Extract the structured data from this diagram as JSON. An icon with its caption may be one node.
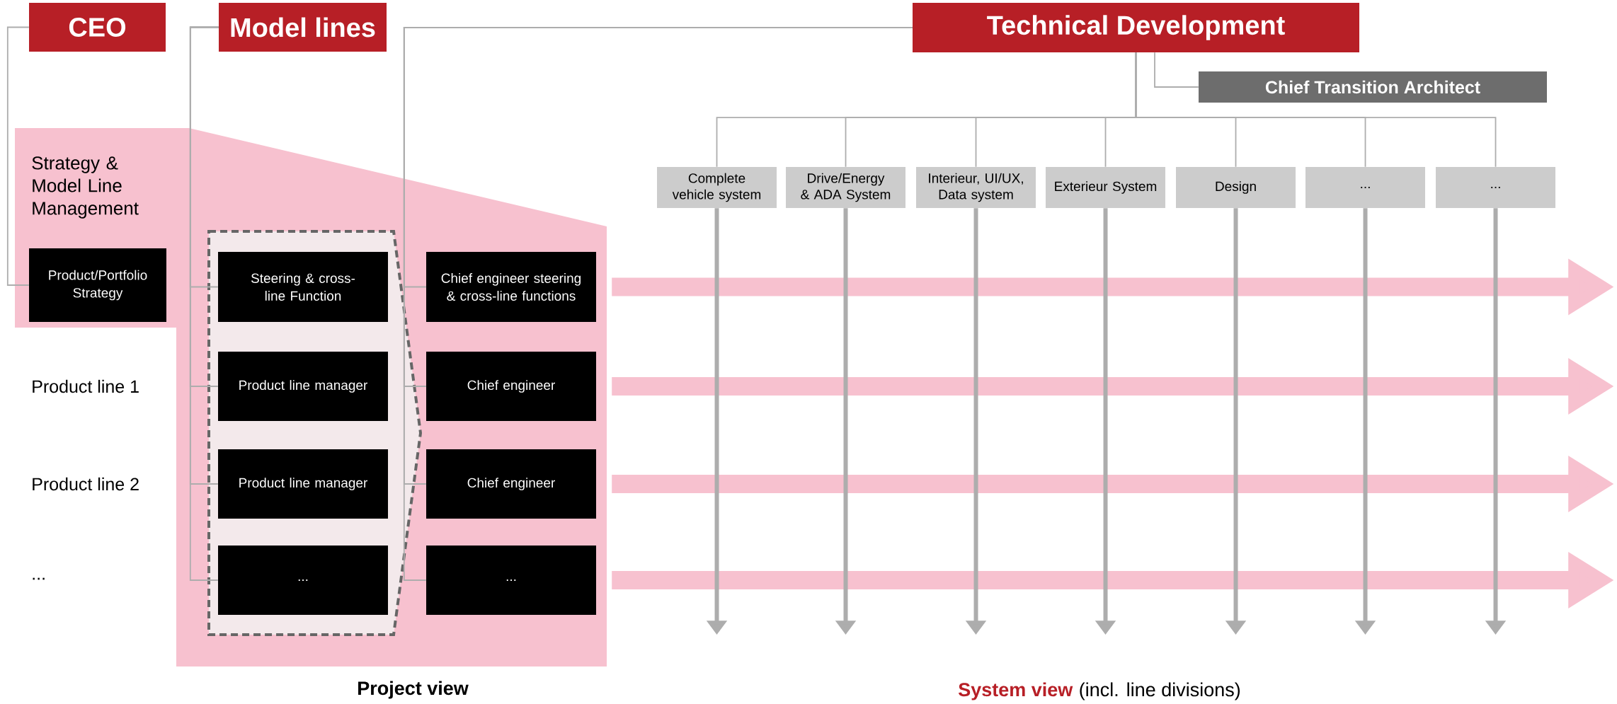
{
  "diagram": {
    "nodes": [
      {
        "text": [
          "CEO"
        ]
      },
      {
        "text": [
          "Model lines"
        ]
      },
      {
        "text": [
          "Technical Development"
        ]
      },
      {
        "text": [
          "Chief Transition Architect"
        ]
      },
      {
        "text": [
          "Complete vehicle system"
        ]
      },
      {
        "text": [
          "Drive/Energy & ADA System"
        ]
      },
      {
        "text": [
          "Interieur, UI/UX, Data system"
        ]
      },
      {
        "text": [
          "Exterieur System"
        ]
      },
      {
        "text": [
          "Design"
        ]
      },
      {
        "text": [
          "..."
        ]
      },
      {
        "text": [
          "..."
        ]
      },
      {
        "text": [
          "Strategy & Model Line Management"
        ]
      },
      {
        "text": [
          "Product/Portfolio Strategy"
        ],
        "in": 11
      },
      {
        "text": [],
        "shape": "chevron",
        "in": 11
      },
      {
        "text": [
          "Steering & cross-line Function"
        ],
        "in": 13
      },
      {
        "text": [
          "Product line manager"
        ],
        "in": 13
      },
      {
        "text": [
          "Product line manager"
        ],
        "in": 13
      },
      {
        "text": [
          "..."
        ],
        "in": 13
      },
      {
        "text": [
          "Chief engineer steering & cross-line functions"
        ],
        "in": 11
      },
      {
        "text": [
          "Chief engineer"
        ],
        "in": 11
      },
      {
        "text": [
          "Chief engineer"
        ],
        "in": 11
      },
      {
        "text": [
          "..."
        ],
        "in": 11
      }
    ],
    "edges": [
      {
        "from": 0,
        "to": 12,
        "arrow": "none"
      },
      {
        "from": 1,
        "to": 14,
        "arrow": "none"
      },
      {
        "from": 1,
        "to": 15,
        "arrow": "none"
      },
      {
        "from": 1,
        "to": 16,
        "arrow": "none"
      },
      {
        "from": 1,
        "to": 17,
        "arrow": "none"
      },
      {
        "from": 2,
        "to": 18,
        "arrow": "none"
      },
      {
        "from": 2,
        "to": 19,
        "arrow": "none"
      },
      {
        "from": 2,
        "to": 20,
        "arrow": "none"
      },
      {
        "from": 2,
        "to": 21,
        "arrow": "none"
      },
      {
        "from": 2,
        "to": 3,
        "arrow": "none"
      },
      {
        "from": 2,
        "to": 4,
        "arrow": "none"
      },
      {
        "from": 2,
        "to": 5,
        "arrow": "none"
      },
      {
        "from": 2,
        "to": 6,
        "arrow": "none"
      },
      {
        "from": 2,
        "to": 7,
        "arrow": "none"
      },
      {
        "from": 2,
        "to": 8,
        "arrow": "none"
      },
      {
        "from": 2,
        "to": 9,
        "arrow": "none"
      },
      {
        "from": 2,
        "to": 10,
        "arrow": "none"
      },
      {
        "from": 18,
        "to": null,
        "arrow": "to",
        "style": "thick",
        "color": "#f7c1cf"
      },
      {
        "from": 19,
        "to": null,
        "arrow": "to",
        "style": "thick",
        "color": "#f7c1cf"
      },
      {
        "from": 20,
        "to": null,
        "arrow": "to",
        "style": "thick",
        "color": "#f7c1cf"
      },
      {
        "from": 21,
        "to": null,
        "arrow": "to",
        "style": "thick",
        "color": "#f7c1cf"
      },
      {
        "from": 4,
        "to": null,
        "arrow": "to",
        "style": "thick"
      },
      {
        "from": 5,
        "to": null,
        "arrow": "to",
        "style": "thick"
      },
      {
        "from": 6,
        "to": null,
        "arrow": "to",
        "style": "thick"
      },
      {
        "from": 7,
        "to": null,
        "arrow": "to",
        "style": "thick"
      },
      {
        "from": 8,
        "to": null,
        "arrow": "to",
        "style": "thick"
      },
      {
        "from": 9,
        "to": null,
        "arrow": "to",
        "style": "thick"
      },
      {
        "from": 10,
        "to": null,
        "arrow": "to",
        "style": "thick"
      }
    ],
    "labels": [
      "Product line 1",
      "Product line 2",
      "...",
      "Project view",
      "System view",
      "(incl. line divisions)"
    ]
  }
}
